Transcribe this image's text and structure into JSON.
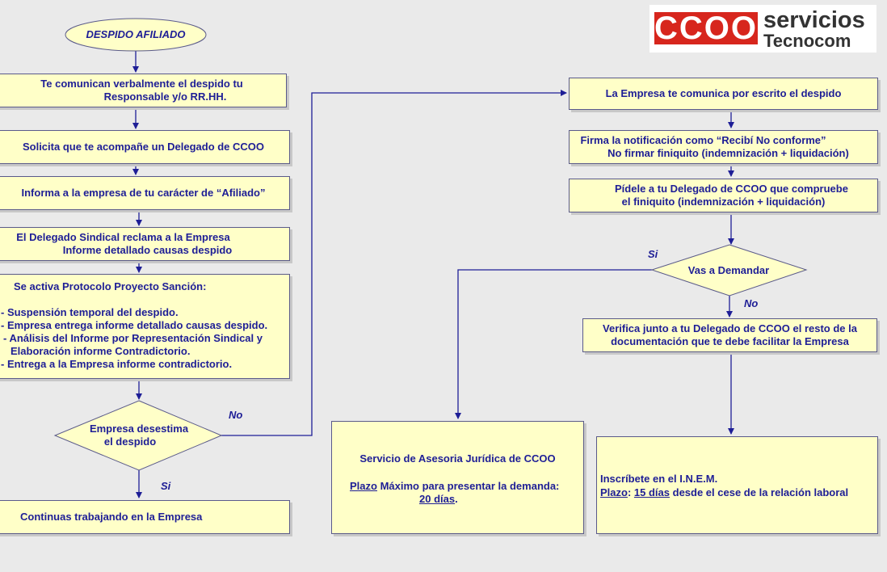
{
  "logo": {
    "brand": "CCOO",
    "line1": "servicios",
    "line2": "Tecnocom"
  },
  "start": "DESPIDO AFILIADO",
  "left": {
    "b1": [
      "Te comunican verbalmente el despido tu",
      "Responsable y/o RR.HH."
    ],
    "b2": "Solicita que te acompañe un Delegado de CCOO",
    "b3": "Informa a la empresa de tu carácter de “Afiliado”",
    "b4": [
      "El Delegado Sindical reclama a la Empresa",
      "Informe detallado causas despido"
    ],
    "b5": {
      "title": "Se activa Protocolo Proyecto Sanción:",
      "items": [
        "- Suspensión temporal del despido.",
        "- Empresa entrega informe detallado causas despido.",
        "- Análisis del Informe por Representación Sindical y",
        "Elaboración informe Contradictorio.",
        "- Entrega a la Empresa informe contradictorio."
      ]
    },
    "decision": [
      "Empresa desestima",
      "el despido"
    ],
    "yes": "Si",
    "no": "No",
    "end": "Continuas trabajando en la Empresa"
  },
  "right": {
    "r1": "La Empresa te comunica por escrito el despido",
    "r2": [
      "Firma la notificación como “Recibí No conforme”",
      "No firmar finiquito (indemnización + liquidación)"
    ],
    "r3": [
      "Pídele a tu Delegado de CCOO que compruebe",
      "el finiquito (indemnización + liquidación)"
    ],
    "decision": "Vas a Demandar",
    "yes": "Si",
    "no": "No",
    "r4": [
      "Verifica junto a tu Delegado de CCOO el resto de la",
      "documentación que te debe facilitar la Empresa"
    ]
  },
  "legal": {
    "title": "Servicio de Asesoria Jurídica de CCOO",
    "plazo_label": "Plazo",
    "plazo_text": " Máximo para presentar  la demanda:",
    "days": "20 días",
    "days_suffix": "."
  },
  "inem": {
    "line1": "Inscríbete en el I.N.E.M.",
    "plazo_label": "Plazo",
    "colon": ": ",
    "days": "15 días",
    "rest": " desde el cese de la relación laboral"
  }
}
